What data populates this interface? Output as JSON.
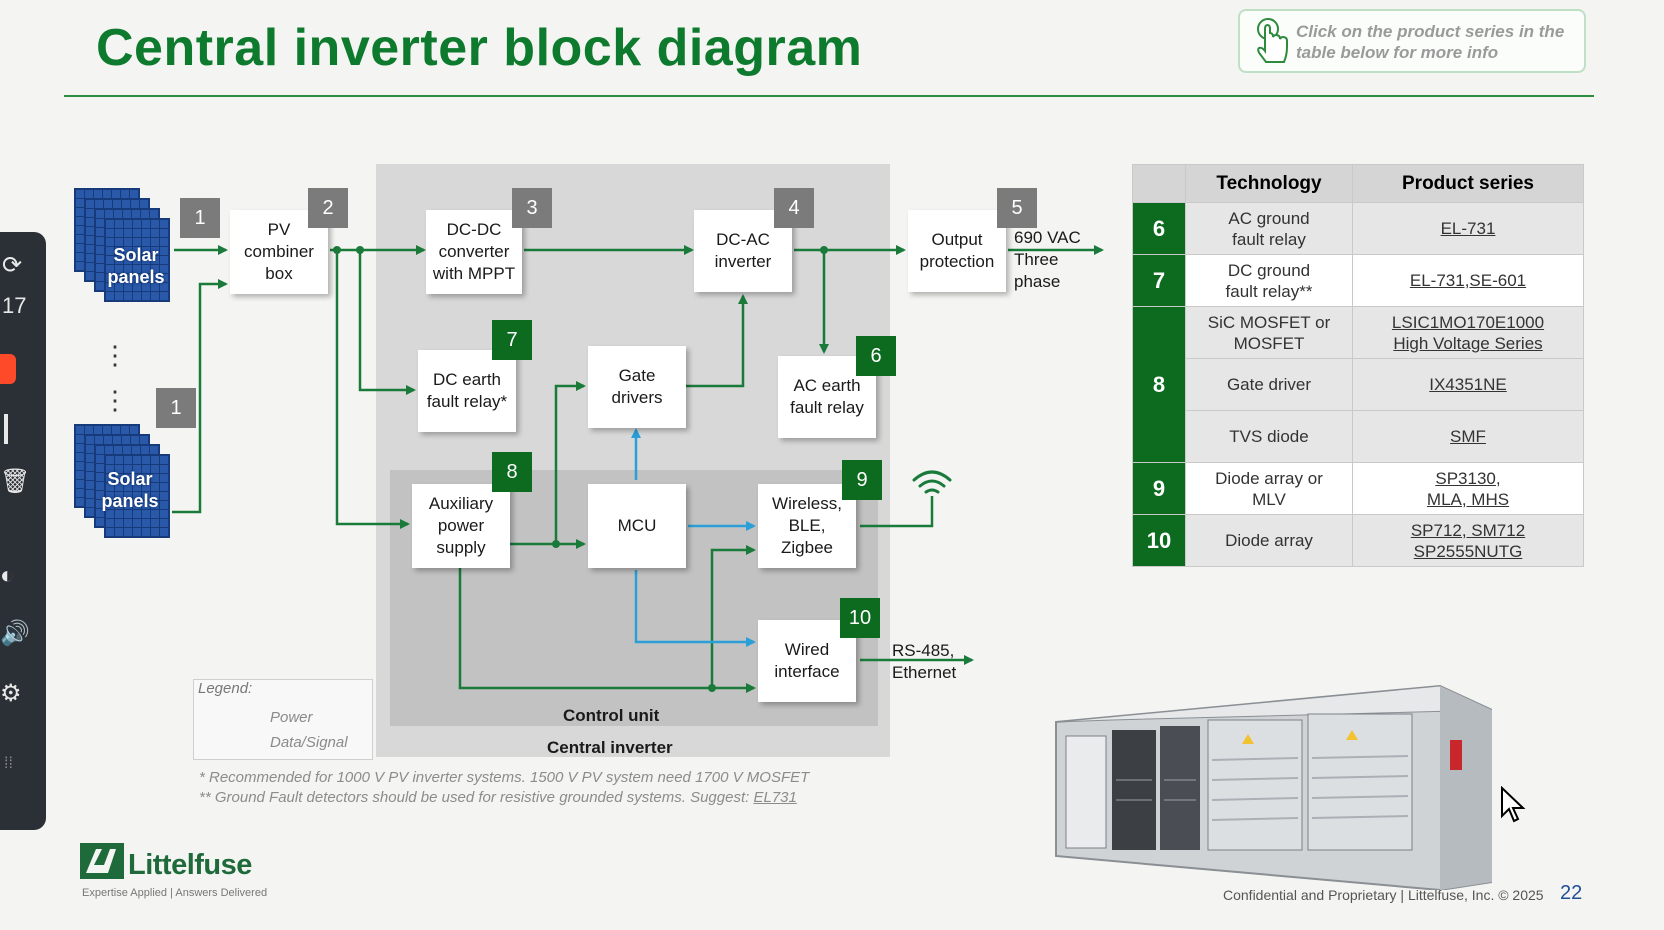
{
  "title": "Central inverter block diagram",
  "hint": {
    "text": "Click on the product series in the table below for more info",
    "icon": "hand-pointer-icon"
  },
  "sidebar": {
    "number": "17",
    "icons": [
      "refresh-icon",
      "record-icon",
      "text-cursor-icon",
      "trash-icon",
      "shield-icon",
      "volume-icon",
      "settings-icon",
      "grip-icon"
    ]
  },
  "solar": {
    "label": "Solar\npanels",
    "ellipsis": "⋮"
  },
  "blocks": {
    "pv_combiner": "PV\ncombiner\nbox",
    "dcdc": "DC-DC\nconverter\nwith MPPT",
    "dcac": "DC-AC\ninverter",
    "output": "Output\nprotection",
    "dc_earth": "DC earth\nfault relay*",
    "gate": "Gate\ndrivers",
    "ac_earth": "AC earth\nfault relay",
    "aux": "Auxiliary\npower\nsupply",
    "mcu": "MCU",
    "wireless": "Wireless,\nBLE,\nZigbee",
    "wired": "Wired\ninterface"
  },
  "badges": {
    "b1a": "1",
    "b1b": "1",
    "b2": "2",
    "b3": "3",
    "b4": "4",
    "b5": "5",
    "b6": "6",
    "b7": "7",
    "b8": "8",
    "b9": "9",
    "b10": "10"
  },
  "labels": {
    "output_voltage": "690 VAC\nThree\nphase",
    "rs485": "RS-485,\nEthernet",
    "control_unit": "Control unit",
    "central_inverter": "Central inverter"
  },
  "legend": {
    "title": "Legend:",
    "power": "Power",
    "signal": "Data/Signal"
  },
  "colors": {
    "power": "#1a7a3a",
    "signal": "#2a9fd8",
    "brand_green": "#0e7a2e",
    "badge_gray": "#7b7b7b",
    "badge_green": "#0c6b1f"
  },
  "footnotes": {
    "line1": "* Recommended for 1000 V PV inverter systems. 1500 V PV system need 1700 V MOSFET",
    "line2_prefix": "** Ground Fault detectors should be used for resistive grounded systems. Suggest: ",
    "line2_link": "EL731"
  },
  "table": {
    "headers": [
      "",
      "Technology",
      "Product series"
    ],
    "rows": [
      {
        "num": "6",
        "tech": "AC ground\nfault relay",
        "product": "EL-731"
      },
      {
        "num": "7",
        "tech": "DC ground\nfault relay**",
        "product": "EL-731,SE-601"
      },
      {
        "num": "8",
        "tech": "SiC MOSFET or\nMOSFET",
        "product": "LSIC1MO170E1000\nHigh Voltage Series"
      },
      {
        "num": "",
        "tech": "Gate driver",
        "product": "IX4351NE"
      },
      {
        "num": "",
        "tech": "TVS diode",
        "product": "SMF"
      },
      {
        "num": "9",
        "tech": "Diode array or\nMLV",
        "product": "SP3130,\nMLA, MHS"
      },
      {
        "num": "10",
        "tech": "Diode array",
        "product": "SP712, SM712\nSP2555NUTG"
      }
    ]
  },
  "footer": {
    "logo": "Littelfuse",
    "tagline": "Expertise Applied | Answers Delivered",
    "confidential": "Confidential and Proprietary | Littelfuse, Inc. © 2025",
    "page": "22"
  }
}
